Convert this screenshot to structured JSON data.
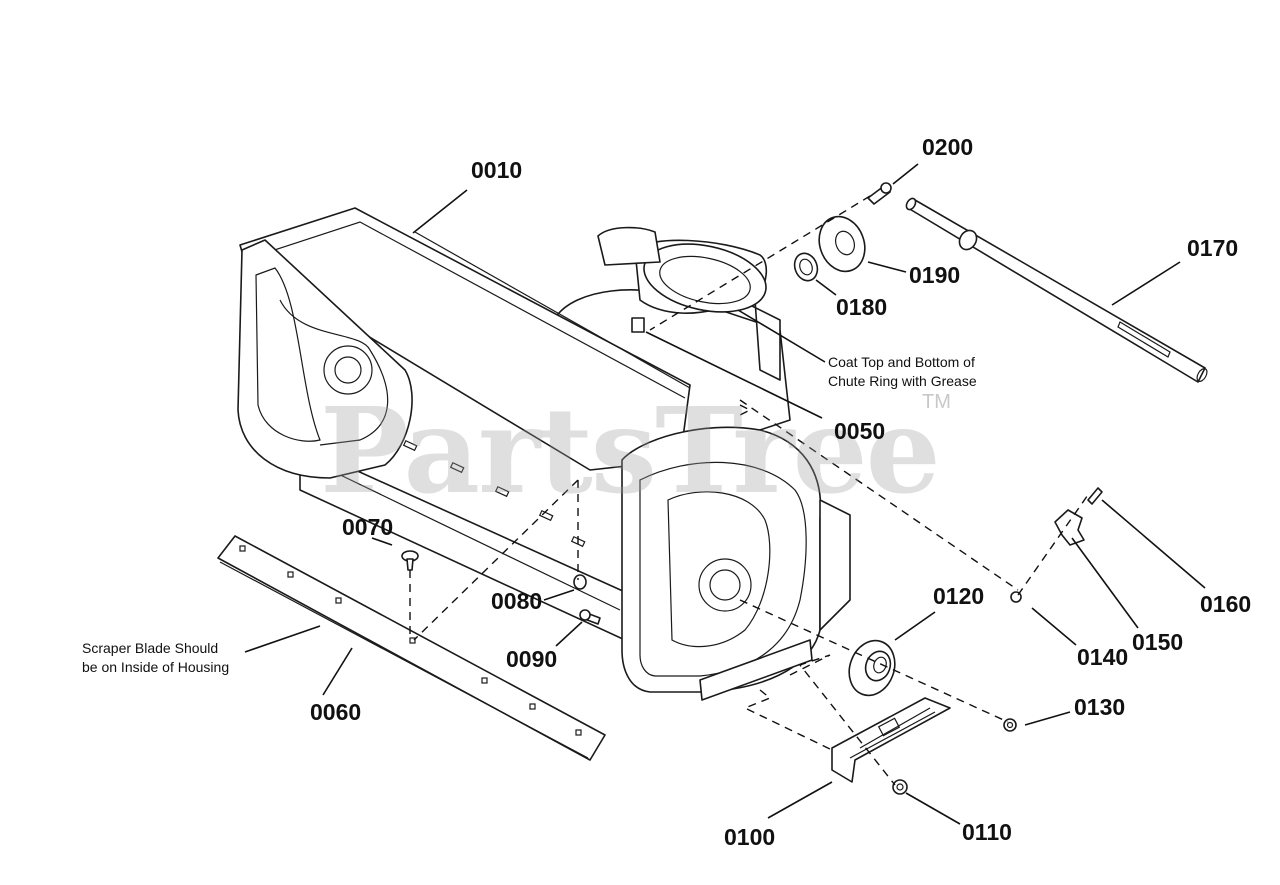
{
  "watermark": {
    "text": "PartsTree",
    "trademark": "TM"
  },
  "notes": {
    "chute": [
      "Coat Top and Bottom of",
      "Chute Ring with Grease"
    ],
    "scraper": [
      "Scraper Blade Should",
      "be on Inside of Housing"
    ]
  },
  "parts": {
    "p0010": "0010",
    "p0050": "0050",
    "p0060": "0060",
    "p0070": "0070",
    "p0080": "0080",
    "p0090": "0090",
    "p0100": "0100",
    "p0110": "0110",
    "p0120": "0120",
    "p0130": "0130",
    "p0140": "0140",
    "p0150": "0150",
    "p0160": "0160",
    "p0170": "0170",
    "p0180": "0180",
    "p0190": "0190",
    "p0200": "0200"
  }
}
